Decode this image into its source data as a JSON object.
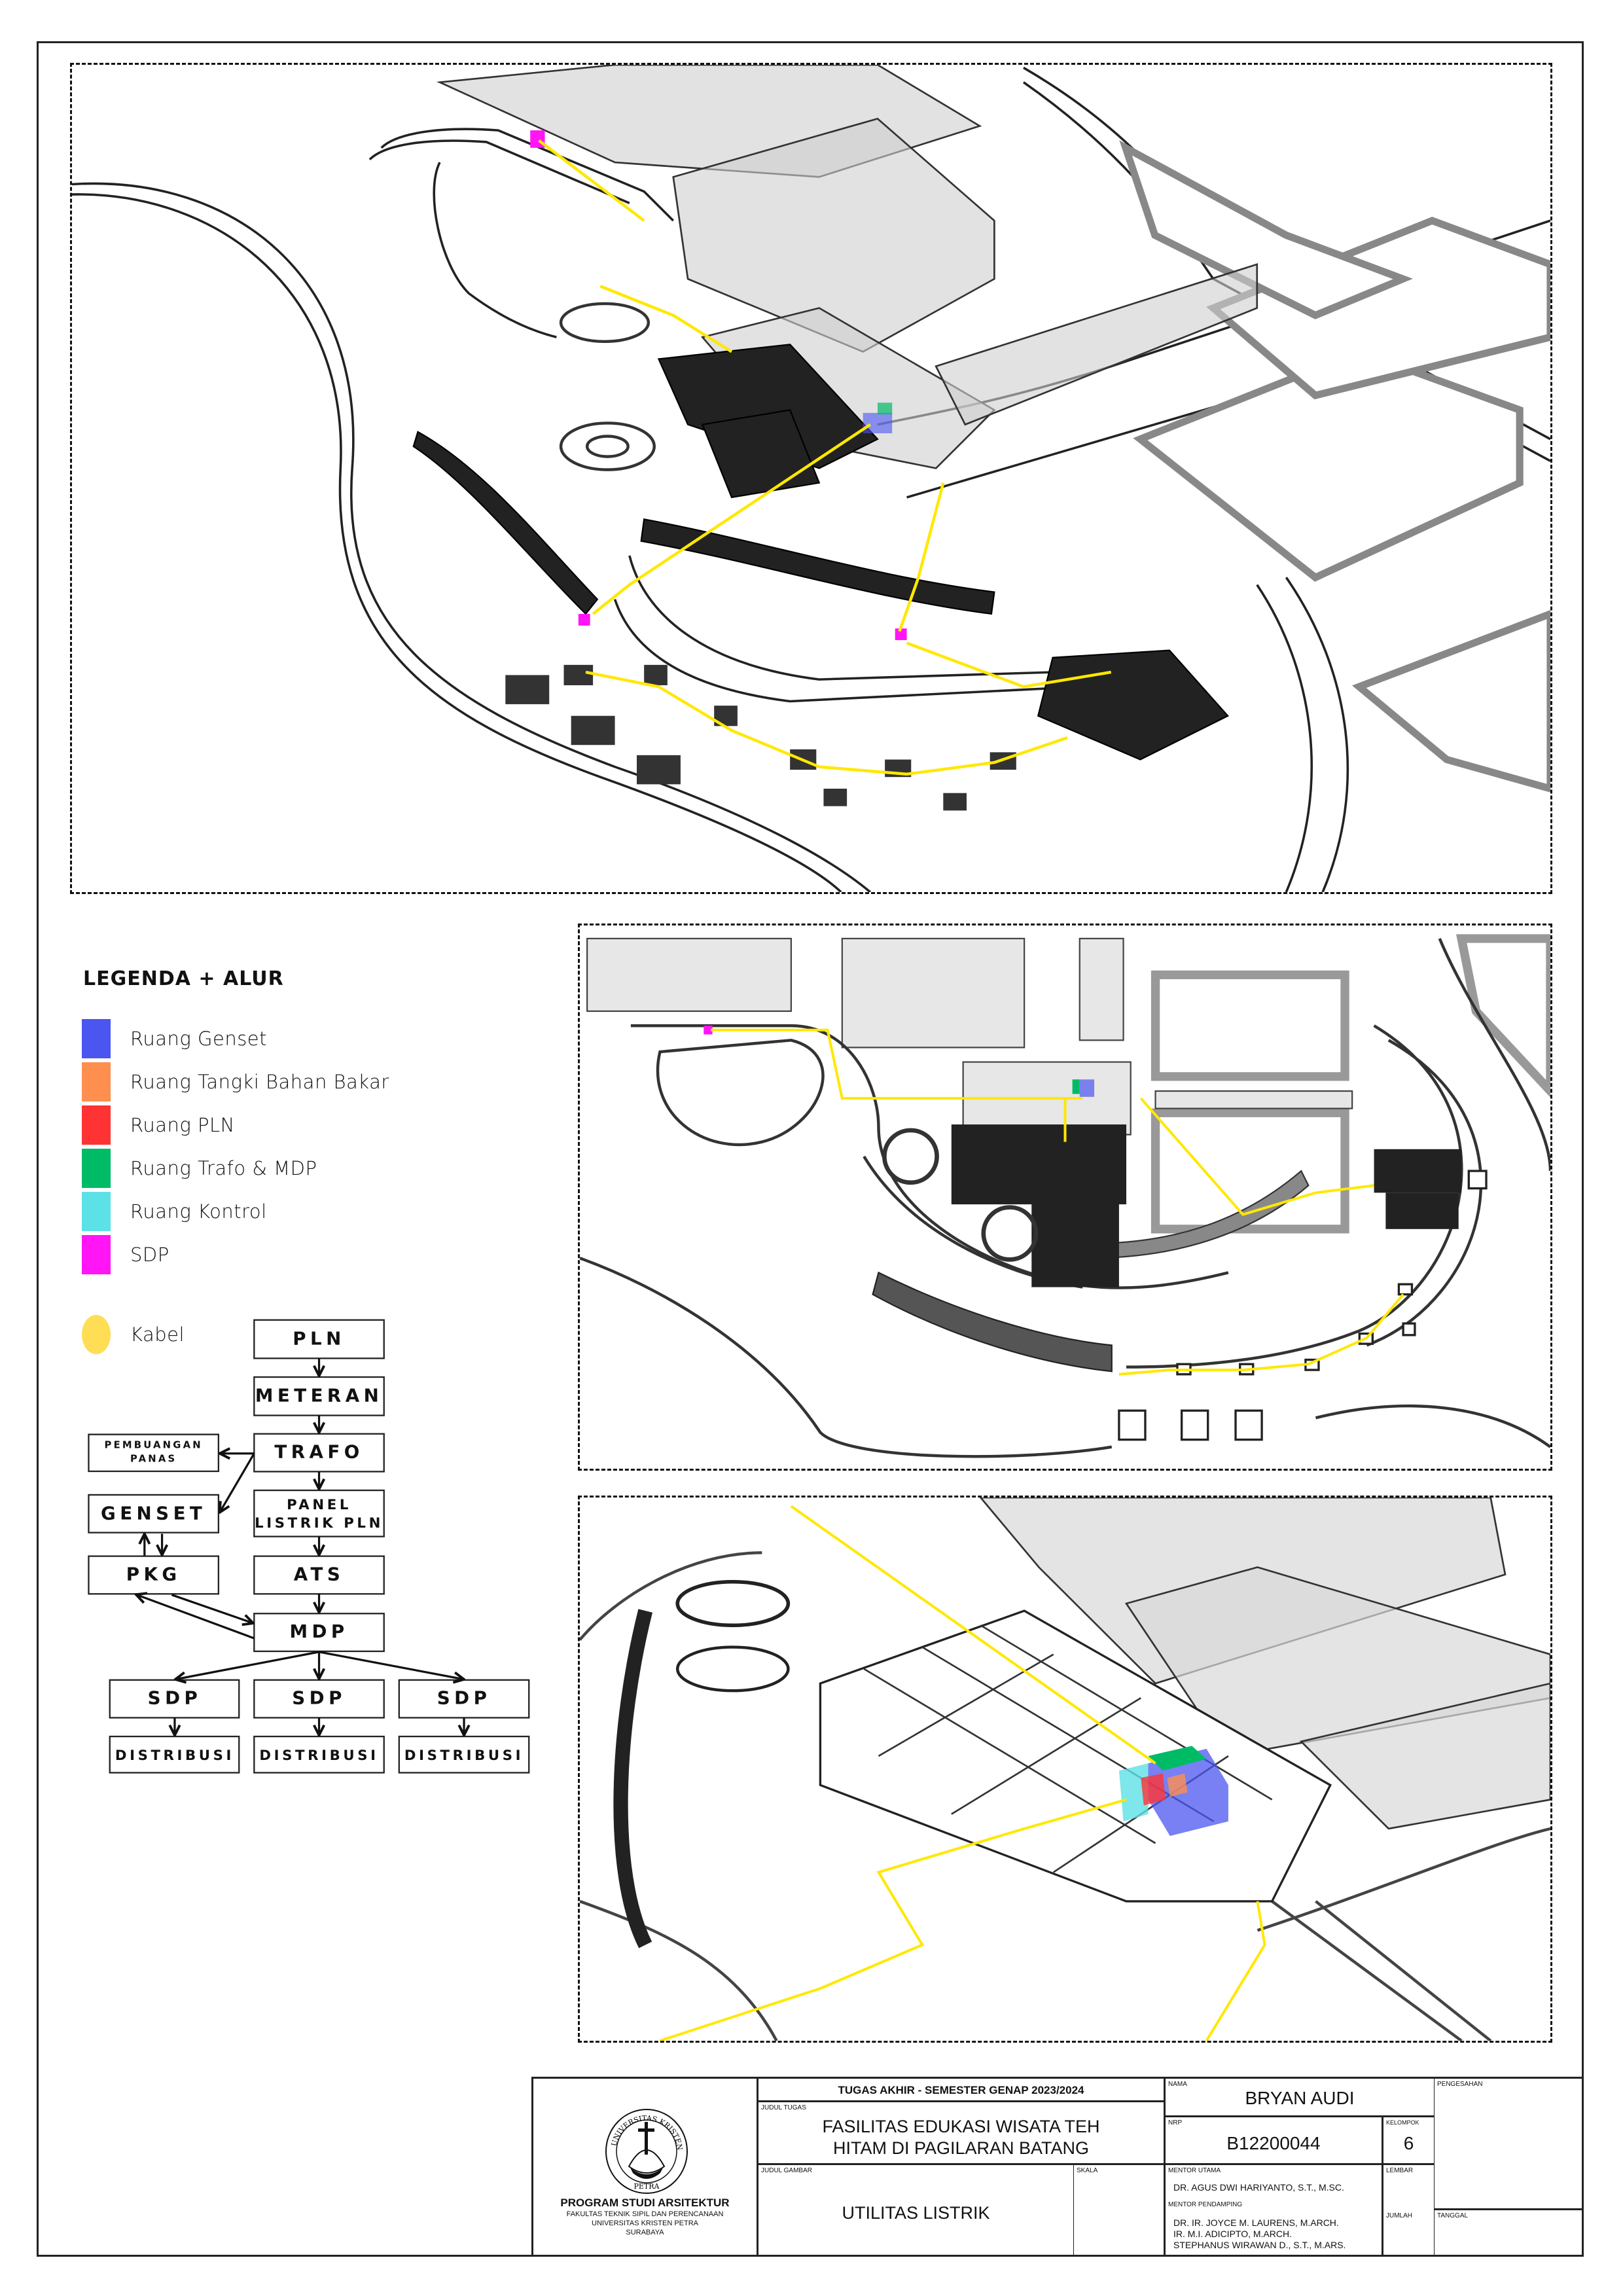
{
  "colors": {
    "genset": "#4B55F0",
    "tangki": "#FF8F4F",
    "pln": "#FF3333",
    "trafo": "#00BB66",
    "kontrol": "#5CE1E6",
    "sdp": "#FF15F5",
    "kabel": "#FFDD55"
  },
  "legend": {
    "title": "LEGENDA + ALUR",
    "items": [
      {
        "label": "Ruang Genset",
        "color": "#4B55F0"
      },
      {
        "label": "Ruang Tangki Bahan Bakar",
        "color": "#FF8F4F"
      },
      {
        "label": "Ruang PLN",
        "color": "#FF3333"
      },
      {
        "label": "Ruang Trafo & MDP",
        "color": "#00BB66"
      },
      {
        "label": "Ruang Kontrol",
        "color": "#5CE1E6"
      },
      {
        "label": "SDP",
        "color": "#FF15F5"
      }
    ],
    "cable": {
      "label": "Kabel",
      "color": "#FFDD55"
    }
  },
  "flowchart": {
    "pln": "PLN",
    "meteran": "METERAN",
    "trafo": "TRAFO",
    "pembuangan_1": "PEMBUANGAN",
    "pembuangan_2": "PANAS",
    "genset": "GENSET",
    "panel_1": "PANEL",
    "panel_2": "LISTRIK PLN",
    "pkg": "PKG",
    "ats": "ATS",
    "mdp": "MDP",
    "sdp": [
      "SDP",
      "SDP",
      "SDP"
    ],
    "distribusi": [
      "DISTRIBUSI",
      "DISTRIBUSI",
      "DISTRIBUSI"
    ]
  },
  "title_block": {
    "logo_text": "UNIVERSITAS KRISTEN PETRA",
    "program": "PROGRAM STUDI ARSITEKTUR",
    "faculty": "FAKULTAS TEKNIK SIPIL DAN PERENCANAAN",
    "university": "UNIVERSITAS KRISTEN PETRA",
    "city": "SURABAYA",
    "header": "TUGAS AKHIR - SEMESTER GENAP 2023/2024",
    "judul_tugas_label": "JUDUL TUGAS",
    "judul_tugas_1": "FASILITAS EDUKASI WISATA TEH",
    "judul_tugas_2": "HITAM DI PAGILARAN BATANG",
    "judul_gambar_label": "JUDUL GAMBAR",
    "judul_gambar": "UTILITAS LISTRIK",
    "skala_label": "SKALA",
    "nama_label": "NAMA",
    "nama": "BRYAN AUDI",
    "nrp_label": "NRP",
    "nrp": "B12200044",
    "kelompok_label": "KELOMPOK",
    "kelompok": "6",
    "mentor_utama_label": "MENTOR UTAMA",
    "mentor_utama": "DR. AGUS DWI HARIYANTO, S.T., M.SC.",
    "mentor_pendamping_label": "MENTOR PENDAMPING",
    "mentor_pendamping": [
      "DR. IR. JOYCE M. LAURENS, M.ARCH.",
      "IR. M.I. ADICIPTO, M.ARCH.",
      "STEPHANUS WIRAWAN D., S.T., M.ARS."
    ],
    "lembar_label": "LEMBAR",
    "jumlah_label": "JUMLAH",
    "pengesahan_label": "PENGESAHAN",
    "tanggal_label": "TANGGAL"
  }
}
